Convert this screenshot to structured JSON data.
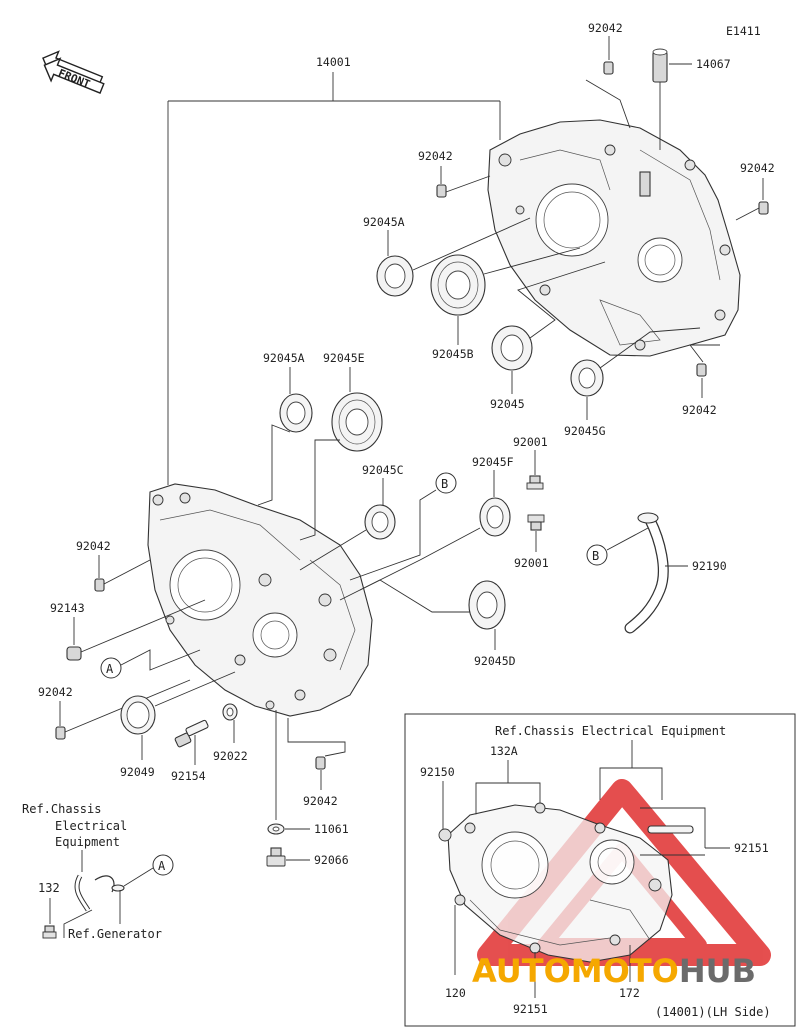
{
  "diagram_code": "E1411",
  "front_label": "FRONT",
  "callouts": {
    "p14001": "14001",
    "p14067": "14067",
    "p92042_top": "92042",
    "p92042_mid": "92042",
    "p92042_right": "92042",
    "p92045A_upper": "92045A",
    "p92045B": "92045B",
    "p92045": "92045",
    "p92045G": "92045G",
    "p92042_lower_right": "92042",
    "p92045A_lower": "92045A",
    "p92045E": "92045E",
    "p92045C": "92045C",
    "p92045F": "92045F",
    "p92001_top": "92001",
    "p92001_bottom": "92001",
    "p92042_left": "92042",
    "p92143": "92143",
    "p92190": "92190",
    "p92045D": "92045D",
    "p92042_left_low": "92042",
    "p92049": "92049",
    "p92154": "92154",
    "p92022": "92022",
    "p92042_bottom": "92042",
    "p11061": "11061",
    "p92066": "92066",
    "p132": "132",
    "p92150": "92150",
    "p132A": "132A",
    "p92151_right": "92151",
    "p120": "120",
    "p92151_bottom": "92151",
    "p172": "172"
  },
  "ref_labels": {
    "chassis_left_line1": "Ref.Chassis",
    "chassis_left_line2": "Electrical",
    "chassis_left_line3": "Equipment",
    "generator": "Ref.Generator",
    "chassis_inset": "Ref.Chassis Electrical Equipment",
    "inset_caption": "(14001)(LH Side)"
  },
  "markers": {
    "A": "A",
    "B": "B"
  },
  "watermark": {
    "part1": "AUTO",
    "part2": "MOTO",
    "part3": "HUB",
    "color_auto": "#f5a800",
    "color_moto": "#f5a800",
    "color_hub": "#6b6b6b",
    "triangle_color": "#e03030"
  }
}
